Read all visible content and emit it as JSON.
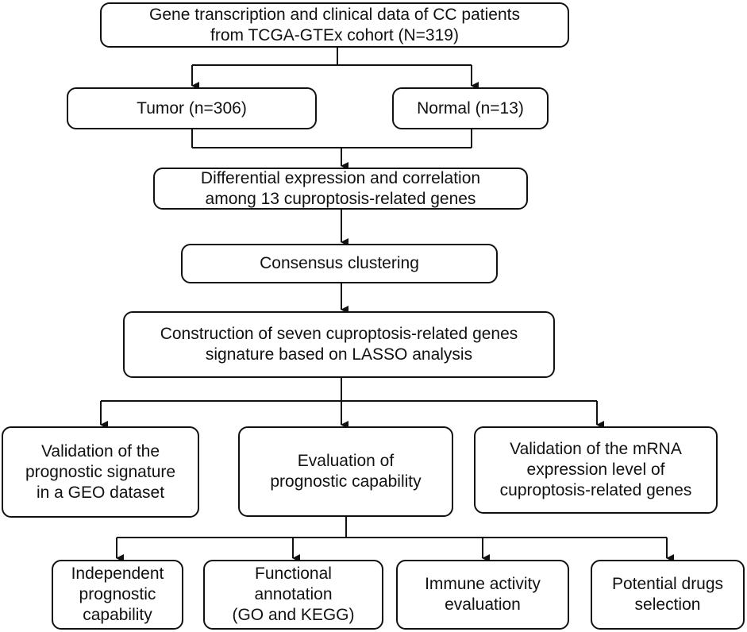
{
  "nodes": {
    "source": [
      "Gene transcription and clinical data of CC patients",
      "from TCGA-GTEx cohort (N=319)"
    ],
    "tumor": [
      "Tumor (n=306)"
    ],
    "normal": [
      "Normal (n=13)"
    ],
    "differential": [
      "Differential expression and correlation",
      "among  13 cuproptosis-related genes"
    ],
    "consensus": [
      "Consensus clustering"
    ],
    "construction": [
      "Construction of seven cuproptosis-related genes",
      "signature based on LASSO analysis"
    ],
    "validation_geo": [
      "Validation of the",
      "prognostic signature",
      "in a GEO dataset"
    ],
    "evaluation": [
      "Evaluation of",
      "prognostic capability"
    ],
    "validation_mrna": [
      "Validation of the mRNA",
      "expression level of",
      "cuproptosis-related genes"
    ],
    "independent": [
      "Independent",
      "prognostic",
      "capability"
    ],
    "functional": [
      "Functional",
      "annotation",
      "(GO and KEGG)"
    ],
    "immune": [
      "Immune activity",
      "evaluation"
    ],
    "drugs": [
      "Potential drugs",
      "selection"
    ]
  }
}
